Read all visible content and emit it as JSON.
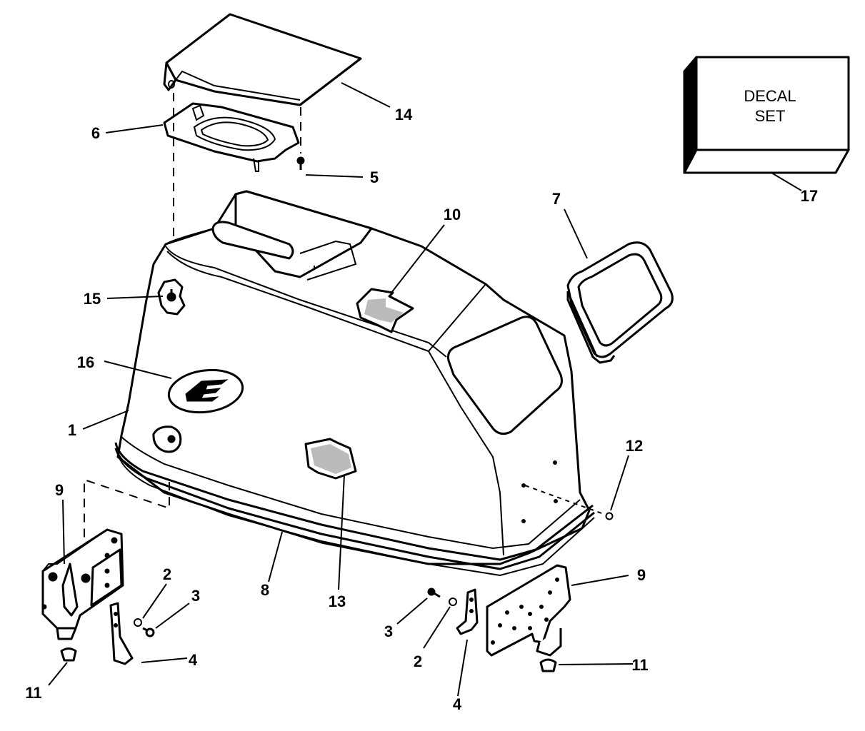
{
  "decal": {
    "line1": "DECAL",
    "line2": "SET"
  },
  "callouts": {
    "c1": "1",
    "c2a": "2",
    "c2b": "2",
    "c3a": "3",
    "c3b": "3",
    "c4a": "4",
    "c4b": "4",
    "c5": "5",
    "c6": "6",
    "c7": "7",
    "c8": "8",
    "c9a": "9",
    "c9b": "9",
    "c10": "10",
    "c11a": "11",
    "c11b": "11",
    "c12": "12",
    "c13": "13",
    "c14": "14",
    "c15": "15",
    "c16": "16",
    "c17": "17"
  }
}
